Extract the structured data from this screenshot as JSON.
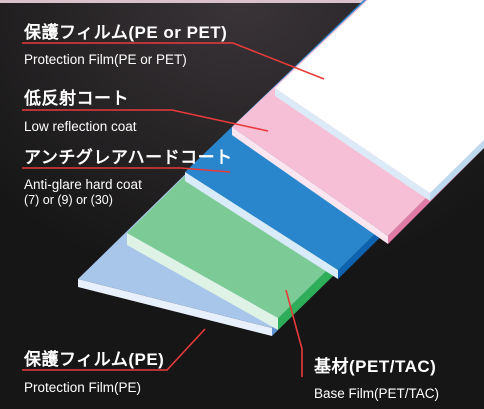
{
  "layers": {
    "protection_top": {
      "label_jp": "保護フィルム(PE or PET)",
      "label_en": "Protection Film(PE or PET)",
      "color": "#ffffff"
    },
    "low_reflection": {
      "label_jp": "低反射コート",
      "label_en": "Low reflection coat",
      "color": "#f6bfd6"
    },
    "anti_glare": {
      "label_jp": "アンチグレアハードコート",
      "label_en": "Anti-glare hard coat",
      "label_en_sub": "(7) or (9) or (30)",
      "color": "#2a86cc"
    },
    "base_film": {
      "label_jp": "基材(PET/TAC)",
      "label_en": "Base Film(PET/TAC)",
      "color": "#7ccb96"
    },
    "protection_bottom": {
      "label_jp": "保護フィルム(PE)",
      "label_en": "Protection Film(PE)",
      "color": "#a8c6ea"
    }
  },
  "colors": {
    "background": "#1b1b1b",
    "leader_line": "#e83a3a",
    "text": "#ffffff"
  }
}
